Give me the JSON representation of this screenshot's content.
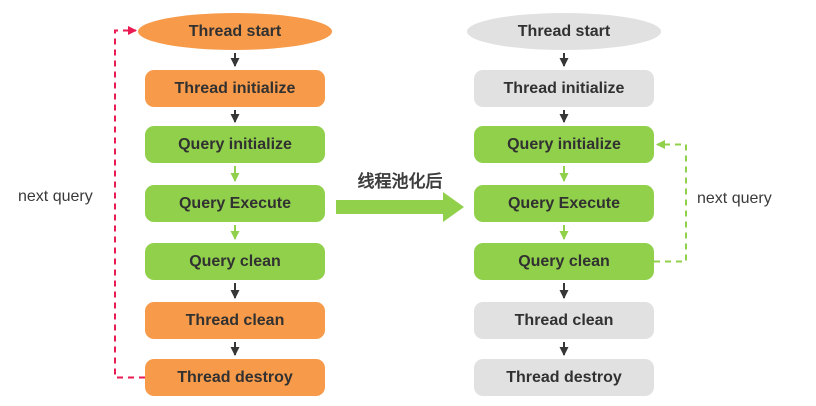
{
  "diagram": {
    "center_arrow_label": "线程池化后",
    "left_flow": {
      "loop_label": "next query",
      "nodes": [
        {
          "label": "Thread start"
        },
        {
          "label": "Thread initialize"
        },
        {
          "label": "Query initialize"
        },
        {
          "label": "Query Execute"
        },
        {
          "label": "Query clean"
        },
        {
          "label": "Thread clean"
        },
        {
          "label": "Thread destroy"
        }
      ]
    },
    "right_flow": {
      "loop_label": "next query",
      "nodes": [
        {
          "label": "Thread start"
        },
        {
          "label": "Thread initialize"
        },
        {
          "label": "Query initialize"
        },
        {
          "label": "Query Execute"
        },
        {
          "label": "Query clean"
        },
        {
          "label": "Thread clean"
        },
        {
          "label": "Thread destroy"
        }
      ]
    },
    "colors": {
      "orange": "#F79B4B",
      "green": "#90D04B",
      "gray": "#E1E1E1",
      "red": "#EA1A52",
      "arrow_dark": "#363636"
    }
  }
}
